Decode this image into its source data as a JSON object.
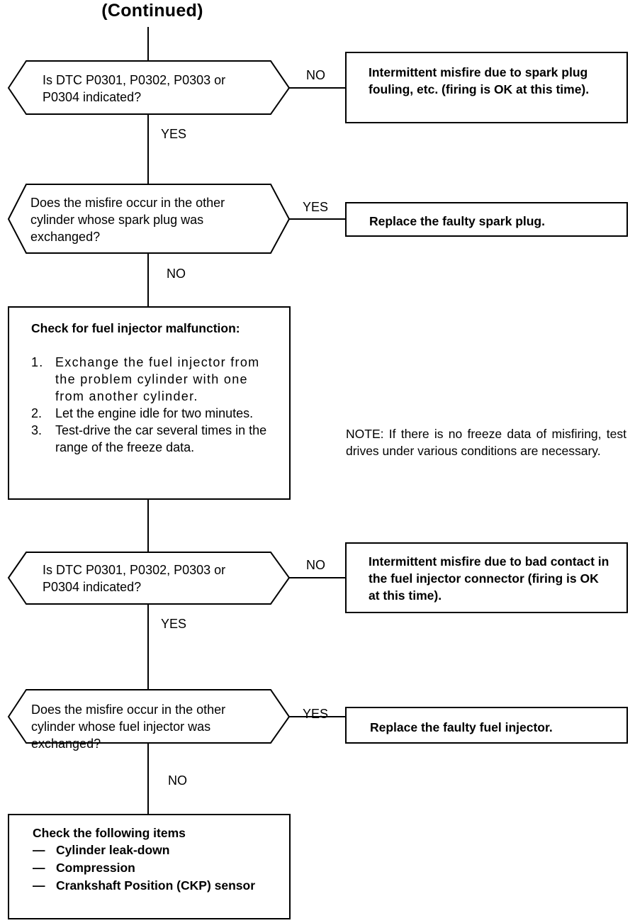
{
  "header": {
    "title": "(Continued)"
  },
  "steps": {
    "q1": {
      "question": "Is DTC P0301, P0302, P0303 or P0304 indicated?",
      "no_label": "NO",
      "yes_label": "YES",
      "no_result": "Intermittent misfire due to spark plug fouling, etc. (firing is OK at this time)."
    },
    "q2": {
      "question": "Does the misfire occur in the other cylinder whose spark plug was exchanged?",
      "yes_label": "YES",
      "no_label": "NO",
      "yes_result": "Replace the faulty spark plug."
    },
    "check_injector": {
      "heading": "Check for fuel injector malfunction:",
      "items": [
        {
          "num": "1.",
          "text": "Exchange the fuel injector from the problem cylinder with one from another cylinder."
        },
        {
          "num": "2.",
          "text": "Let the engine idle for two minutes."
        },
        {
          "num": "3.",
          "text": "Test-drive the car several times in the range of the freeze data."
        }
      ]
    },
    "note": "NOTE: If there is no freeze data of misfiring, test drives under various conditions are necessary.",
    "q3": {
      "question": "Is DTC P0301, P0302, P0303 or P0304 indicated?",
      "no_label": "NO",
      "yes_label": "YES",
      "no_result": "Intermittent misfire due to bad contact in the fuel injector connector (firing is OK at this time)."
    },
    "q4": {
      "question": "Does the misfire occur in the other cylinder whose fuel injector was exchanged?",
      "yes_label": "YES",
      "no_label": "NO",
      "yes_result": "Replace the faulty fuel injector."
    },
    "final_check": {
      "heading": "Check the following items",
      "items": [
        "Cylinder leak-down",
        "Compression",
        "Crankshaft Position (CKP) sensor"
      ]
    }
  }
}
